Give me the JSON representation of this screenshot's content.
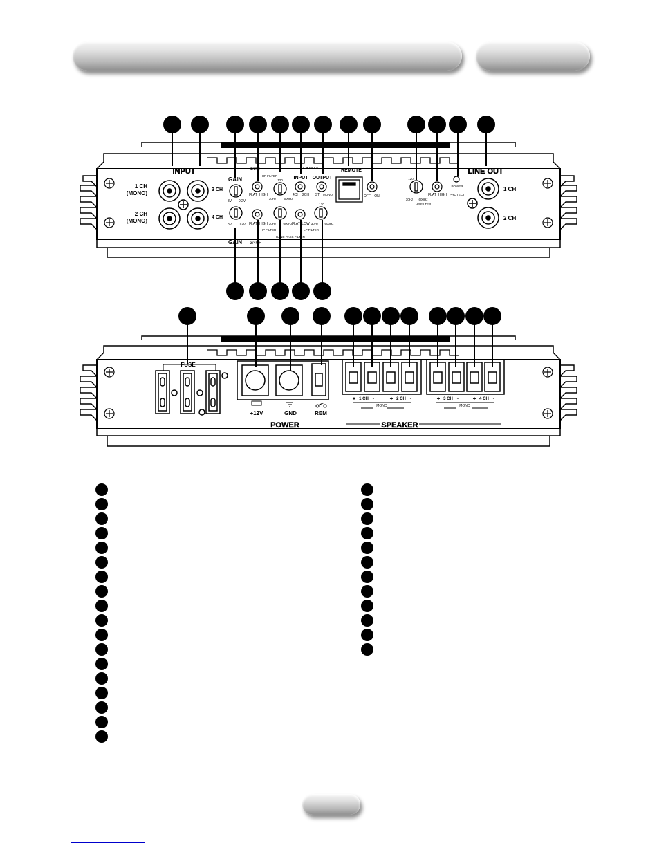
{
  "front_panel": {
    "section_input": "INPUT",
    "section_line_out": "LINE OUT",
    "input_labels": [
      "1 CH",
      "(MONO)",
      "2 CH",
      "(MONO)"
    ],
    "gain_label": "GAIN",
    "gain_3ch": "3 CH",
    "gain_4ch": "4 CH",
    "gain_min": "8V",
    "gain_max": "0.2V",
    "group_12ch": "1/2CH",
    "group_34ch": "3/4CH",
    "hp_filter": "HP FILTER",
    "lp_filter": "LP FILTER",
    "band_pass_filter": "BAND PASS FILTER",
    "switch_flat": "FLAT",
    "switch_high": "HIGH",
    "switch_low": "LOW",
    "freq_30": "30Hz",
    "freq_120": "120",
    "freq_600": "600Hz",
    "ch_mode": "CH MODE",
    "input_switch": "INPUT",
    "input_4ch": "4CH",
    "input_2ch": "2CH",
    "output_switch": "OUTPUT",
    "output_st": "ST",
    "output_mono": "MONO",
    "remote": "REMOTE",
    "remote_off": "OFF",
    "remote_on": "ON",
    "power_led": "POWER",
    "protect_led": "PROTECT",
    "line_out_1": "1 CH",
    "line_out_2": "2 CH"
  },
  "back_panel": {
    "fuse": "FUSE",
    "plus12v": "+12V",
    "gnd": "GND",
    "rem": "REM",
    "power": "POWER",
    "speaker": "SPEAKER",
    "ch1": "1 CH",
    "ch2": "2 CH",
    "ch3": "3 CH",
    "ch4": "4 CH",
    "mono": "MONO",
    "plus": "+",
    "minus": "-"
  }
}
